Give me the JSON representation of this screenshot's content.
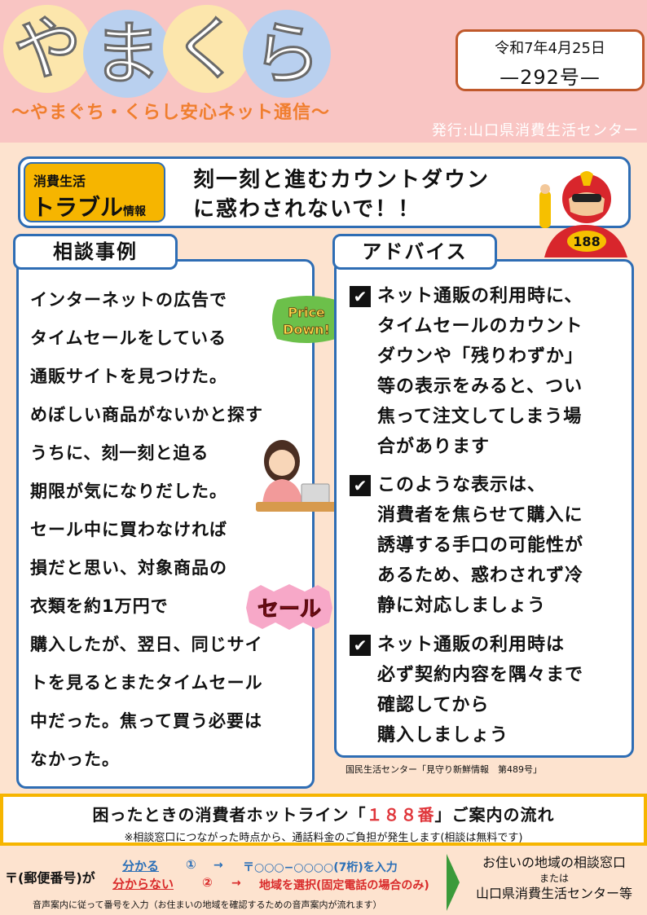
{
  "header": {
    "logo_chars": [
      {
        "char": "や",
        "color": "#fce6ac"
      },
      {
        "char": "ま",
        "color": "#b9d0ef"
      },
      {
        "char": "く",
        "color": "#fce6ac"
      },
      {
        "char": "ら",
        "color": "#b9d0ef"
      }
    ],
    "tagline": "〜やまぐち・くらし安心ネット通信〜",
    "publisher": "発行:山口県消費生活センター",
    "date": "令和7年4月25日",
    "issue": "—292号—"
  },
  "trouble": {
    "category_line1": "消費生活",
    "category_line2": "トラブル",
    "category_suffix": "情報",
    "headline_line1": "刻一刻と進むカウントダウン",
    "headline_line2": "に惑わされないで！！",
    "hero_badge": "188"
  },
  "case": {
    "title": "相談事例",
    "lines": [
      "インターネットの広告で",
      "タイムセールをしている",
      "通販サイトを見つけた。",
      "めぼしい商品がないかと探す",
      "うちに、刻一刻と迫る",
      "期限が気になりだした。",
      "セール中に買わなければ",
      "損だと思い、対象商品の",
      "衣類を約1万円で",
      "購入したが、翌日、同じサイ",
      "トを見るとまたタイムセール",
      "中だった。焦って買う必要は",
      "なかった。"
    ],
    "sticker_price_1": "Price",
    "sticker_price_2": "Down!",
    "sticker_sale": "セール"
  },
  "advice": {
    "title": "アドバイス",
    "items": [
      {
        "lines": [
          "ネット通販の利用時に、",
          "タイムセールのカウント",
          "ダウンや「残りわずか」",
          "等の表示をみると、つい",
          "焦って注文してしまう場",
          "合があります"
        ]
      },
      {
        "lines": [
          "このような表示は、",
          "消費者を焦らせて購入に",
          "誘導する手口の可能性が",
          "あるため、惑わされず冷",
          "静に対応しましょう"
        ]
      },
      {
        "lines": [
          "ネット通販の利用時は",
          "必ず契約内容を隅々まで",
          "確認してから",
          "購入しましょう"
        ]
      }
    ],
    "source": "国民生活センター「見守り新鮮情報　第489号」"
  },
  "hotline": {
    "title_pre": "困ったときの消費者ホットライン「",
    "title_num": "１８８番",
    "title_post": "」ご案内の流れ",
    "note": "※相談窓口につながった時点から、通話料金のご負担が発生します(相談は無料です)"
  },
  "flow": {
    "postal": "〒(郵便番号)が",
    "known": "分かる",
    "known_step": "①",
    "known_arrow": "→",
    "known_action": "〒○○○−○○○○(7桁)を入力",
    "unknown": "分からない",
    "unknown_step": "②",
    "unknown_arrow": "→",
    "unknown_action": "地域を選択(固定電話の場合のみ)",
    "voice_note": "音声案内に従って番号を入力（お住まいの地域を確認するための音声案内が流れます）",
    "dest_line1": "お住いの地域の相談窓口",
    "dest_line2": "または",
    "dest_line3": "山口県消費生活センター等"
  }
}
